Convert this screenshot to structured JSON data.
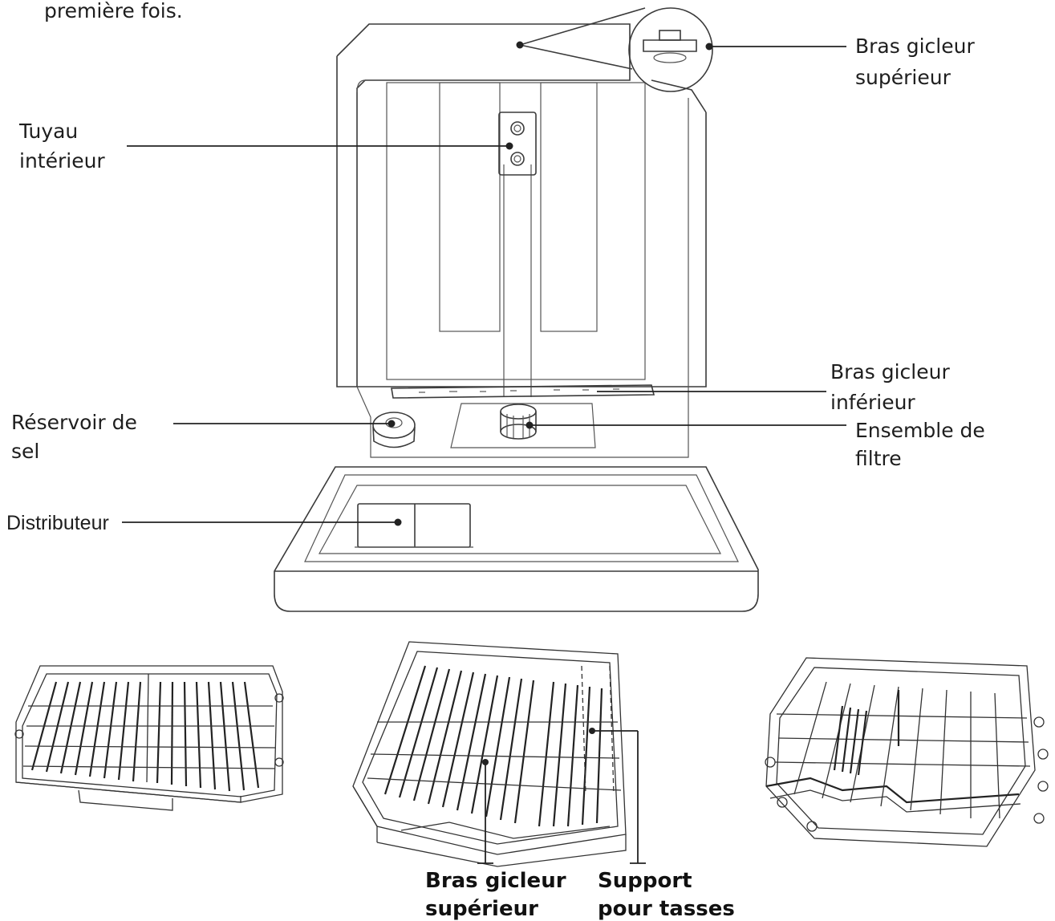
{
  "top_text": "première fois.",
  "labels": {
    "upper_spray_arm": [
      "Bras gicleur",
      "supérieur"
    ],
    "inner_pipe": [
      "Tuyau",
      "intérieur"
    ],
    "lower_spray_arm": [
      "Bras gicleur",
      "inférieur"
    ],
    "salt_container": [
      "Réservoir de",
      "sel"
    ],
    "filter_assembly": [
      "Ensemble de",
      "filtre"
    ],
    "dispenser": "Distributeur",
    "rack_spray_arm": [
      "Bras gicleur",
      "supérieur"
    ],
    "cup_shelf": [
      "Support",
      "pour tasses"
    ]
  }
}
